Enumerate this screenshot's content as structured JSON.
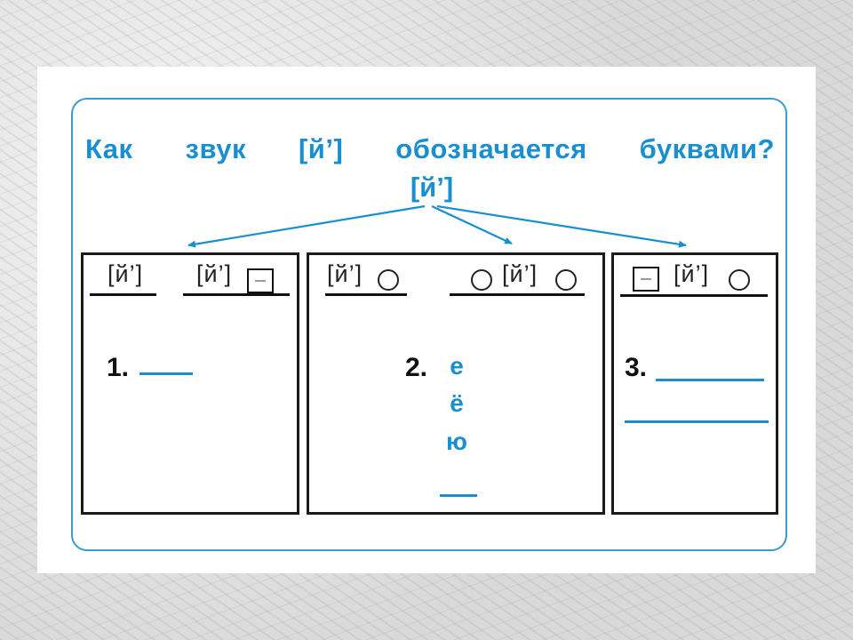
{
  "title": {
    "words": [
      "Как",
      "звук",
      "[й’]",
      "обозначается",
      "буквами?"
    ]
  },
  "root_sound": "[й’]",
  "colors": {
    "accent": "#1a8fd0",
    "frame": "#3a9ccb",
    "box_border": "#1a1a1a",
    "text": "#111111"
  },
  "boxes": [
    {
      "id": 1,
      "schemes": [
        {
          "sound": "[й’]",
          "suffix": "none"
        },
        {
          "sound": "[й’]",
          "suffix": "hard-sign-box"
        }
      ],
      "number_label": "1.",
      "answer_letters": [],
      "answer_blanks": 1
    },
    {
      "id": 2,
      "schemes": [
        {
          "sound": "[й’]",
          "suffix": "vowel-circle"
        },
        {
          "prefix": "vowel-circle",
          "sound": "[й’]",
          "suffix": "vowel-circle"
        }
      ],
      "number_label": "2.",
      "answer_letters": [
        "е",
        "ё",
        "ю"
      ],
      "answer_blanks": 1
    },
    {
      "id": 3,
      "schemes": [
        {
          "prefix": "sign-box",
          "sound": "[й’]",
          "suffix": "vowel-circle"
        }
      ],
      "number_label": "3.",
      "answer_letters": [],
      "answer_blanks": 2
    }
  ]
}
